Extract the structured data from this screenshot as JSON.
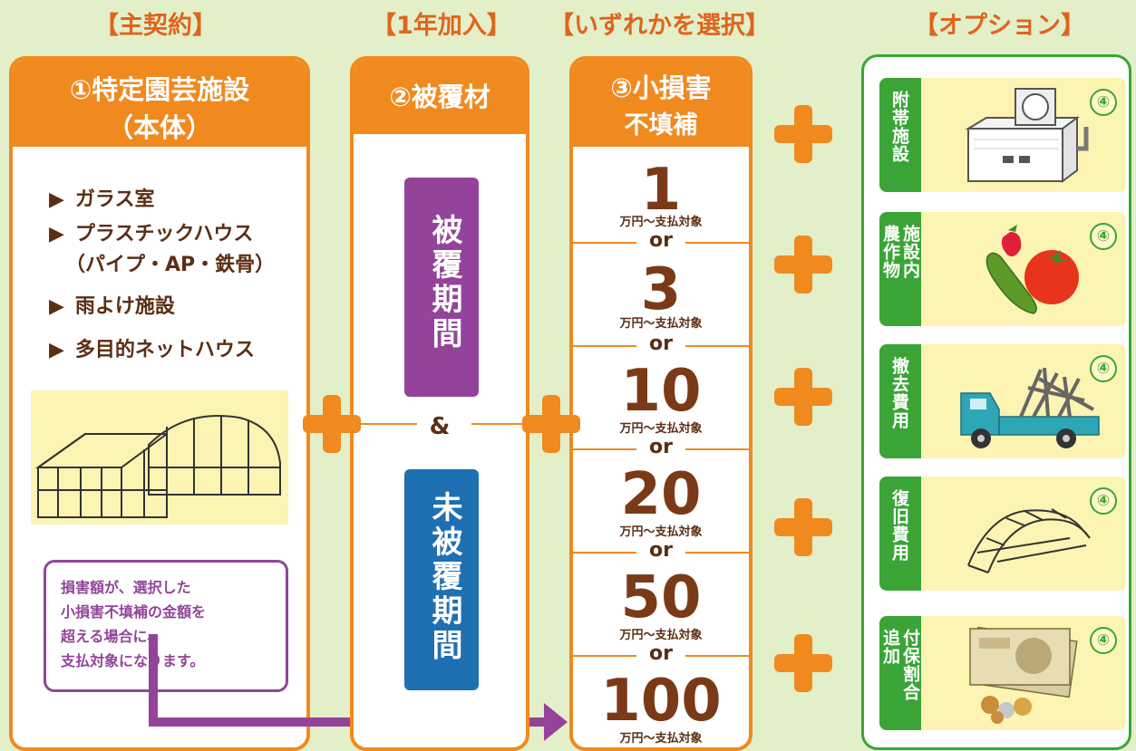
{
  "headers": {
    "main": "【主契約】",
    "one_year": "【1年加入】",
    "select": "【いずれかを選択】",
    "option": "【オプション】"
  },
  "card1": {
    "title_line1": "①特定園芸施設",
    "title_line2": "（本体）",
    "items": [
      "ガラス室",
      "プラスチックハウス",
      "（パイプ・AP・鉄骨）",
      "雨よけ施設",
      "多目的ネットハウス"
    ],
    "note_lines": [
      "損害額が、選択した",
      "小損害不填補の金額を",
      "超える場合に、",
      "支払対象になります。"
    ]
  },
  "card2": {
    "title": "②被覆材",
    "period_covered": "被覆期間",
    "and": "&",
    "period_uncovered": "未被覆期間"
  },
  "card3": {
    "title_line1": "③小損害",
    "title_line2": "不填補",
    "unit_text": "万円～支払対象",
    "or_text": "or",
    "amounts": [
      "1",
      "3",
      "10",
      "20",
      "50",
      "100"
    ]
  },
  "options": [
    {
      "label": "附帯施設",
      "badge": "④",
      "icon": "auxiliary-facility-icon"
    },
    {
      "label_col1": "施設内",
      "label_col2": "農作物",
      "badge": "④",
      "icon": "crops-icon"
    },
    {
      "label": "撤去費用",
      "badge": "④",
      "icon": "truck-icon"
    },
    {
      "label": "復旧費用",
      "badge": "④",
      "icon": "greenhouse-frame-icon"
    },
    {
      "label_col1": "付保割合",
      "label_col2": "追加",
      "badge": "④",
      "icon": "money-icon"
    }
  ],
  "colors": {
    "orange": "#f08a1f",
    "green": "#3aa536",
    "purple": "#93449a",
    "blue": "#1f6fb3",
    "brown": "#7a3a18",
    "background": "#e3efc8"
  }
}
